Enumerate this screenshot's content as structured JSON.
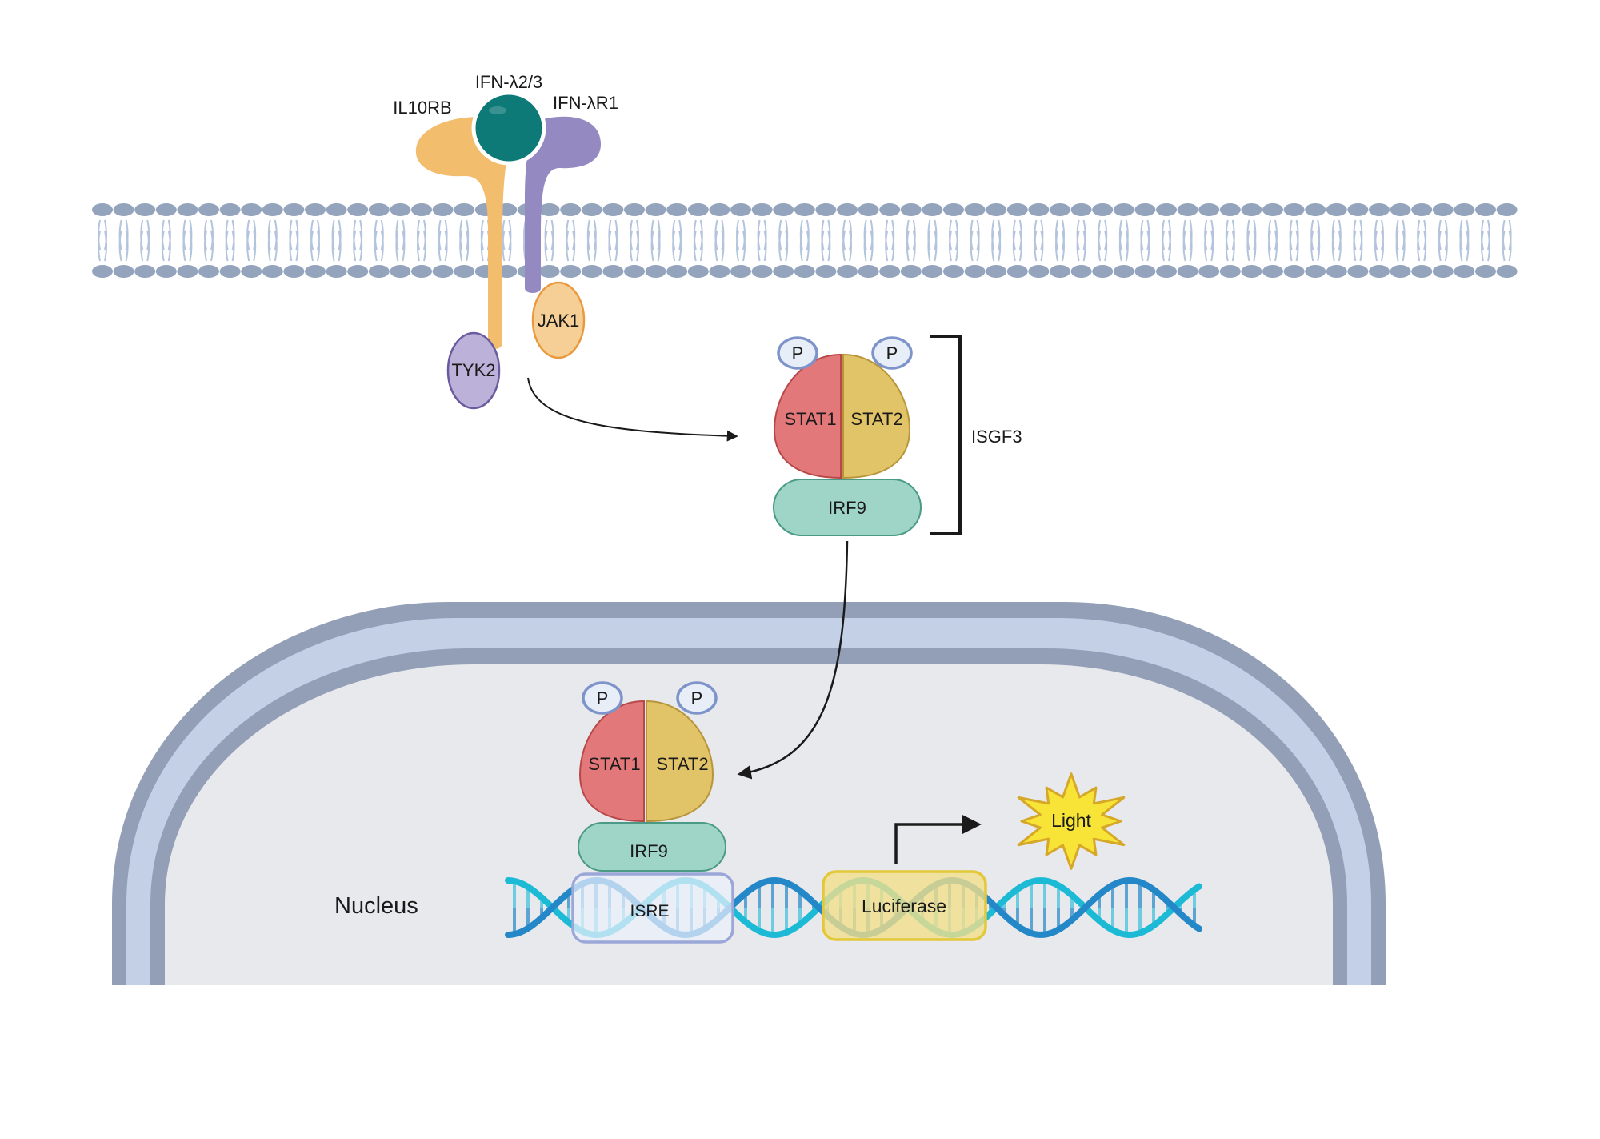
{
  "receptor": {
    "ligand": "IFN-λ2/3",
    "il10rb": "IL10RB",
    "ifnlr1": "IFN-λR1",
    "jak1": "JAK1",
    "tyk2": "TYK2"
  },
  "cytoplasm_complex": {
    "p_left": "P",
    "p_right": "P",
    "stat1": "STAT1",
    "stat2": "STAT2",
    "irf9": "IRF9",
    "bracket_label": "ISGF3"
  },
  "nucleus": {
    "label": "Nucleus",
    "p_left": "P",
    "p_right": "P",
    "stat1": "STAT1",
    "stat2": "STAT2",
    "irf9": "IRF9",
    "isre": "ISRE",
    "luciferase": "Luciferase",
    "light": "Light"
  },
  "colors": {
    "il10rb": "#f2bd6c",
    "ifnlr1": "#9589c2",
    "ligand": "#0e7a78",
    "jak1": "#f6cf96",
    "tyk2": "#bcb1d9",
    "stat1": "#e3787a",
    "stat2": "#e2c468",
    "irf9": "#9fd5c6",
    "p_circle": "#e8eef8",
    "membrane_head": "#94a4bd",
    "membrane_tail": "#b4c4dc",
    "nuclear_envelope_outer": "#929fb6",
    "nuclear_envelope_inner": "#c3d0e6",
    "nucleoplasm": "#e8e9ed",
    "dna_dark": "#2387c8",
    "dna_light": "#1dbad6",
    "luciferase_box": "#f1df8a",
    "light_burst": "#f7e437"
  }
}
